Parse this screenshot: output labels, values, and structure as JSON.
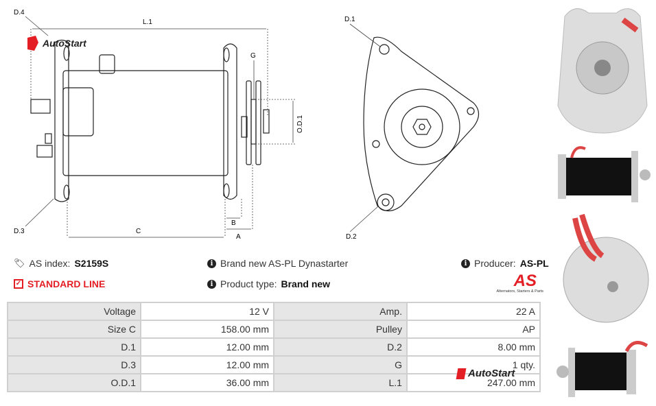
{
  "diagram": {
    "labels": {
      "d4": "D.4",
      "l1": "L.1",
      "g": "G",
      "od1": "O.D.1",
      "d3": "D.3",
      "c": "C",
      "b": "B",
      "a": "A",
      "d1": "D.1",
      "d2": "D.2"
    },
    "watermark": "AutoStart"
  },
  "info": {
    "as_index_label": "AS index:",
    "as_index_value": "S2159S",
    "standard_line": "STANDARD LINE",
    "description": "Brand new AS-PL Dynastarter",
    "product_type_label": "Product type:",
    "product_type_value": "Brand new",
    "producer_label": "Producer:",
    "producer_value": "AS-PL",
    "logo_text": "AS",
    "logo_tagline": "Alternators, Starters & Parts"
  },
  "specs": [
    [
      "Voltage",
      "12 V",
      "Amp.",
      "22 A"
    ],
    [
      "Size C",
      "158.00 mm",
      "Pulley",
      "AP"
    ],
    [
      "D.1",
      "12.00 mm",
      "D.2",
      "8.00 mm"
    ],
    [
      "D.3",
      "12.00 mm",
      "G",
      "1 qty."
    ],
    [
      "O.D.1",
      "36.00 mm",
      "L.1",
      "247.00 mm"
    ]
  ],
  "colors": {
    "accent": "#e31e24"
  }
}
